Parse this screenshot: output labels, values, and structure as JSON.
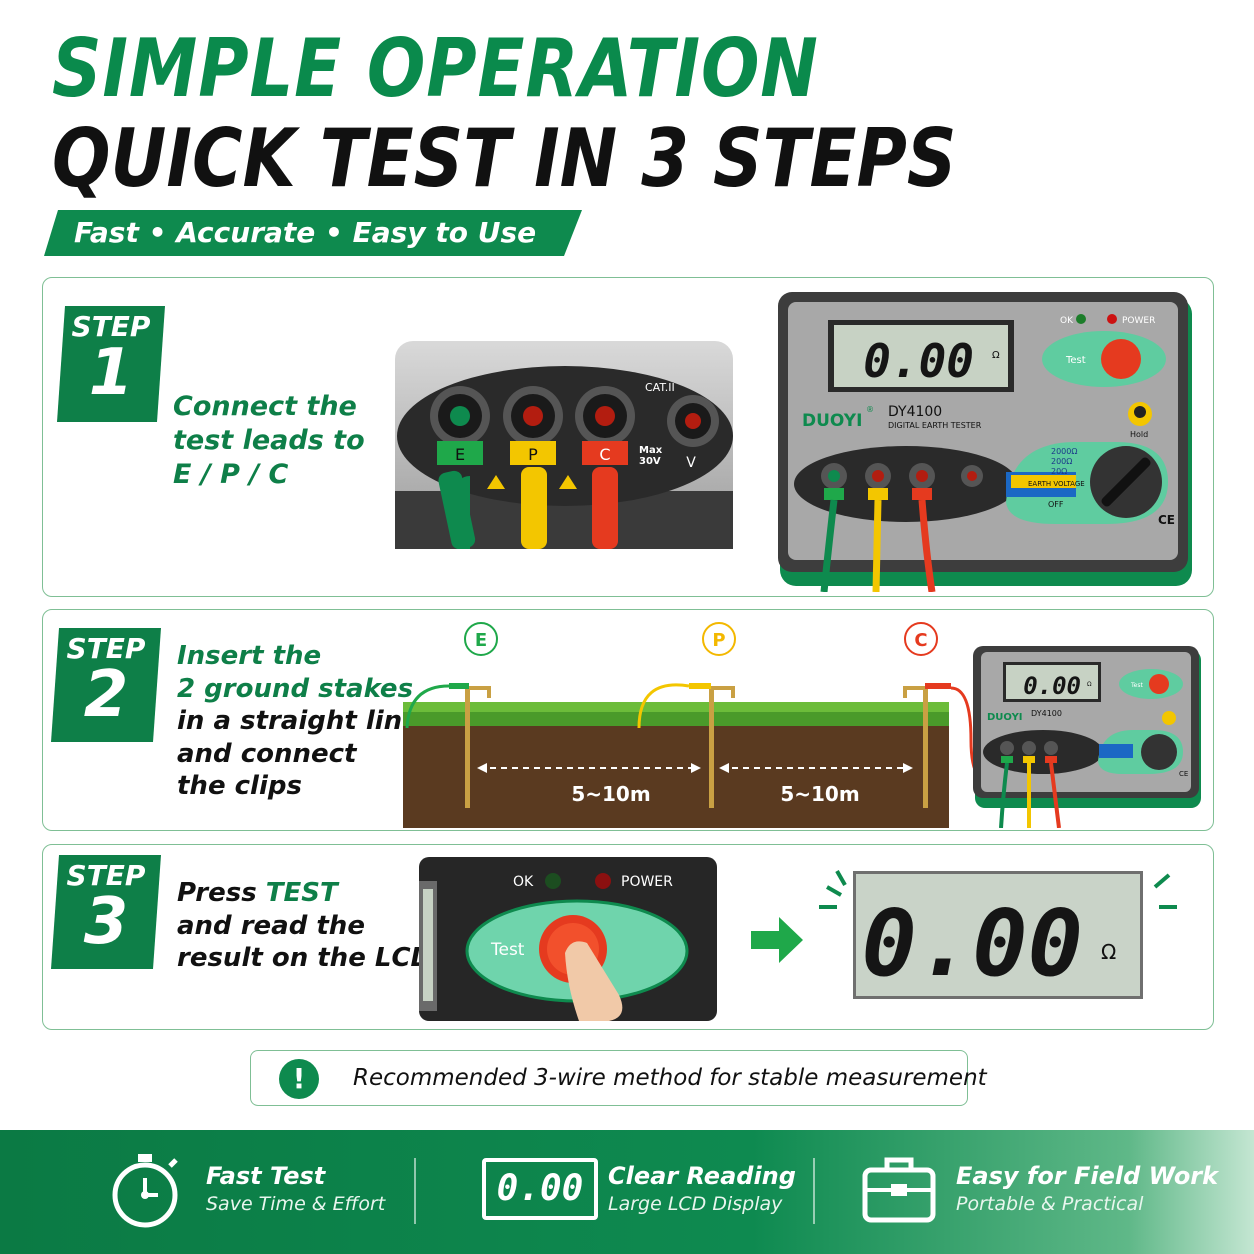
{
  "header": {
    "title_line1": "SIMPLE OPERATION",
    "title_line2": "QUICK TEST IN 3 STEPS",
    "tagline": "Fast  •  Accurate  •  Easy to Use"
  },
  "steps": [
    {
      "label": "STEP",
      "number": "1",
      "lines": [
        "Connect the",
        "test leads to",
        "E / P / C"
      ]
    },
    {
      "label": "STEP",
      "number": "2",
      "lines": [
        "Insert the",
        "2 ground stakes",
        "in a straight line",
        "and connect",
        "the clips"
      ]
    },
    {
      "label": "STEP",
      "number": "3",
      "lines_prefix": "Press ",
      "lines_highlight": "TEST",
      "lines": [
        "and read the",
        "result on the LCD"
      ]
    }
  ],
  "device": {
    "brand": "DUOYI",
    "registered": "®",
    "model": "DY4100",
    "subtitle": "DIGITAL  EARTH  TESTER",
    "reading": "0.00",
    "unit": "Ω",
    "ok_label": "OK",
    "power_label": "POWER",
    "test_label": "Test",
    "hold_label": "Hold",
    "cat_label": "CAT.II",
    "max_label": "Max\n30V",
    "v_label": "V",
    "ce_label": "CE",
    "dial_labels": [
      "2000Ω",
      "200Ω",
      "20Ω",
      "EARTH VOLTAGE",
      "OFF"
    ],
    "terminals": [
      "E",
      "P",
      "C"
    ]
  },
  "ground": {
    "stake_labels": [
      "E",
      "P",
      "C"
    ],
    "distances": [
      "5~10m",
      "5~10m"
    ]
  },
  "note": {
    "text": "Recommended 3-wire method for stable measurement",
    "icon": "exclamation-icon"
  },
  "footer": [
    {
      "icon": "stopwatch-icon",
      "title": "Fast Test",
      "subtitle": "Save Time & Effort"
    },
    {
      "icon": "lcd-icon",
      "icon_text": "0.00",
      "title": "Clear Reading",
      "subtitle": "Large LCD Display"
    },
    {
      "icon": "toolbox-icon",
      "title": "Easy for Field Work",
      "subtitle": "Portable & Practical"
    }
  ],
  "colors": {
    "green": "#0e8a4e",
    "dark": "#111111",
    "yellow": "#f3c600",
    "red": "#e53a1f"
  }
}
